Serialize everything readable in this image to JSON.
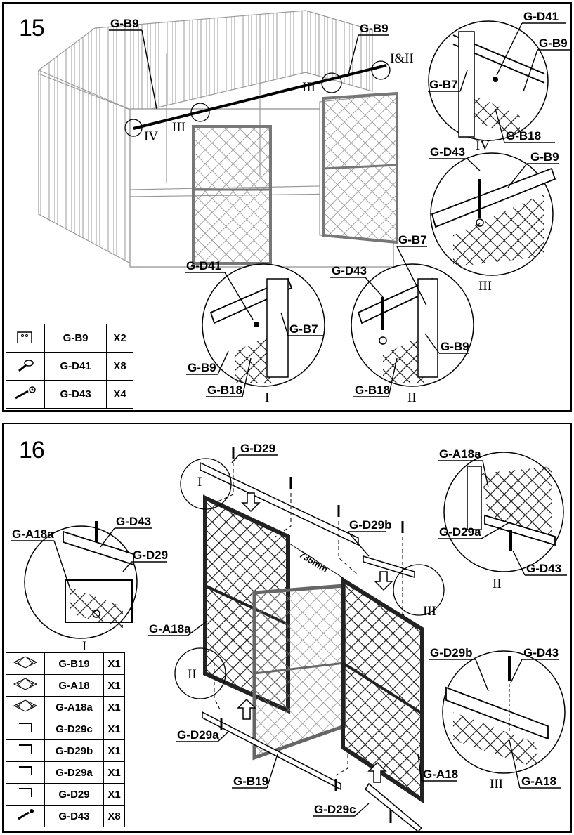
{
  "step15": {
    "number": "15",
    "labels": {
      "gb9_left": "G-B9",
      "gb9_right": "G-B9",
      "i_ii": "I&II",
      "iii_a": "III",
      "iii_b": "III",
      "iv": "IV",
      "d41_tr": "G-D41",
      "b9_tr": "G-B9",
      "b7_tr": "G-B7",
      "b18_tr": "G-B18",
      "iv_tr": "IV",
      "d43_r": "G-D43",
      "b9_r": "G-B9",
      "iii_r": "III",
      "d41_b": "G-D41",
      "b7_b": "G-B7",
      "b9_b": "G-B9",
      "b18_b": "G-B18",
      "i_b": "I",
      "b7_c": "G-B7",
      "d43_c": "G-D43",
      "b9_c": "G-B9",
      "b18_c": "G-B18",
      "ii_c": "II"
    },
    "parts": [
      {
        "icon": "bracket-icon",
        "name": "G-B9",
        "qty": "X2"
      },
      {
        "icon": "screw-icon",
        "name": "G-D41",
        "qty": "X8"
      },
      {
        "icon": "bolt-icon",
        "name": "G-D43",
        "qty": "X4"
      }
    ]
  },
  "step16": {
    "number": "16",
    "labels": {
      "d29_top": "G-D29",
      "d29b_top": "G-D29b",
      "dim": "735mm",
      "a18a_main": "G-A18a",
      "d29a_main": "G-D29a",
      "b19_main": "G-B19",
      "a18_main": "G-A18",
      "d29c_main": "G-D29c",
      "i_main": "I",
      "ii_main": "II",
      "iii_main": "III",
      "d43_l": "G-D43",
      "a18a_l": "G-A18a",
      "d29_l": "G-D29",
      "i_l": "I",
      "a18a_tr": "G-A18a",
      "d29a_tr": "G-D29a",
      "d43_tr": "G-D43",
      "ii_tr": "II",
      "d29b_r": "G-D29b",
      "d43_r": "G-D43",
      "iii_r": "III",
      "a18_r": "G-A18"
    },
    "parts": [
      {
        "icon": "mesh-panel-icon",
        "name": "G-B19",
        "qty": "X1"
      },
      {
        "icon": "mesh-panel-icon",
        "name": "G-A18",
        "qty": "X1"
      },
      {
        "icon": "mesh-panel-icon",
        "name": "G-A18a",
        "qty": "X1"
      },
      {
        "icon": "channel-icon",
        "name": "G-D29c",
        "qty": "X1"
      },
      {
        "icon": "channel-icon",
        "name": "G-D29b",
        "qty": "X1"
      },
      {
        "icon": "channel-icon",
        "name": "G-D29a",
        "qty": "X1"
      },
      {
        "icon": "channel-icon",
        "name": "G-D29",
        "qty": "X1"
      },
      {
        "icon": "bolt-icon",
        "name": "G-D43",
        "qty": "X8"
      }
    ]
  }
}
